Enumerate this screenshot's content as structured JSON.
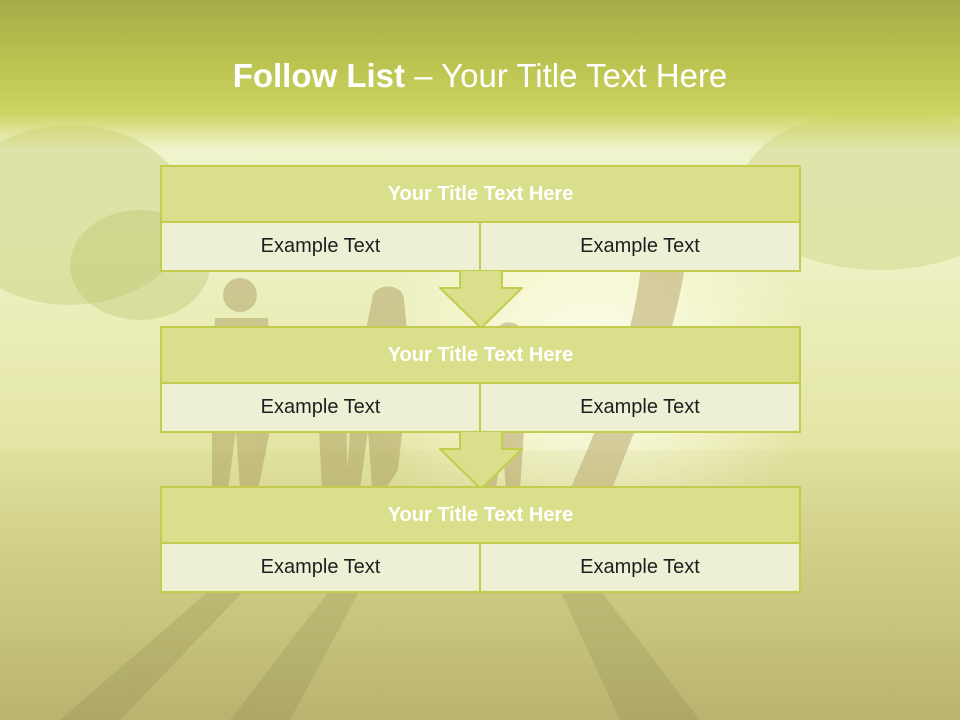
{
  "slide": {
    "title_bold": "Follow List",
    "title_rest": " – Your Title Text Here"
  },
  "blocks": [
    {
      "title": "Your Title Text Here",
      "left": "Example Text",
      "right": "Example Text"
    },
    {
      "title": "Your Title Text Here",
      "left": "Example Text",
      "right": "Example Text"
    },
    {
      "title": "Your Title Text Here",
      "left": "Example Text",
      "right": "Example Text"
    }
  ],
  "colors": {
    "header": "#bcc551",
    "block_title_fill": "#d9df8a",
    "block_cell_fill": "#eef0d6",
    "border": "#c4cc4e"
  }
}
